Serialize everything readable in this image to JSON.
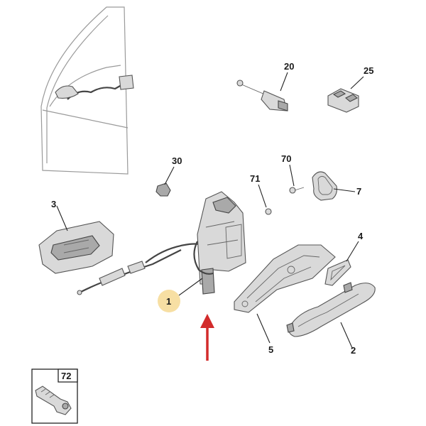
{
  "callouts": {
    "c1": "1",
    "c2": "2",
    "c3": "3",
    "c4": "4",
    "c5": "5",
    "c7": "7",
    "c20": "20",
    "c25": "25",
    "c30": "30",
    "c70": "70",
    "c71": "71",
    "c72": "72"
  },
  "colors": {
    "highlight_circle": "#f7dfa3",
    "arrow": "#d22b2b",
    "part_fill": "#d9d9d9"
  }
}
